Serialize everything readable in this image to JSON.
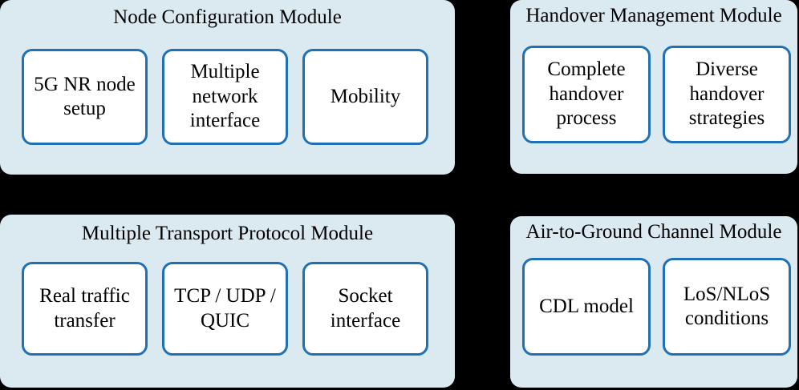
{
  "diagram": {
    "background_color": "#000000",
    "module_fill": "#dbeaf1",
    "card_fill": "#ffffff",
    "card_border_color": "#1f70b4",
    "modules": [
      {
        "id": "node-configuration-module",
        "title": "Node Configuration Module",
        "cards": [
          {
            "id": "5g-nr-node-setup",
            "label": "5G NR node\nsetup"
          },
          {
            "id": "multiple-network-interface",
            "label": "Multiple\nnetwork\ninterface"
          },
          {
            "id": "mobility",
            "label": "Mobility"
          }
        ]
      },
      {
        "id": "handover-management-module",
        "title": "Handover Management Module",
        "cards": [
          {
            "id": "complete-handover-process",
            "label": "Complete\nhandover\nprocess"
          },
          {
            "id": "diverse-handover-strategies",
            "label": "Diverse\nhandover\nstrategies"
          }
        ]
      },
      {
        "id": "multiple-transport-protocol-module",
        "title": "Multiple Transport Protocol Module",
        "cards": [
          {
            "id": "real-traffic-transfer",
            "label": "Real traffic\ntransfer"
          },
          {
            "id": "tcp-udp-quic",
            "label": "TCP / UDP /\nQUIC"
          },
          {
            "id": "socket-interface",
            "label": "Socket\ninterface"
          }
        ]
      },
      {
        "id": "air-to-ground-channel-module",
        "title": "Air-to-Ground Channel Module",
        "cards": [
          {
            "id": "cdl-model",
            "label": "CDL model"
          },
          {
            "id": "losnlos-conditions",
            "label": "LoS/NLoS\nconditions"
          }
        ]
      }
    ]
  }
}
